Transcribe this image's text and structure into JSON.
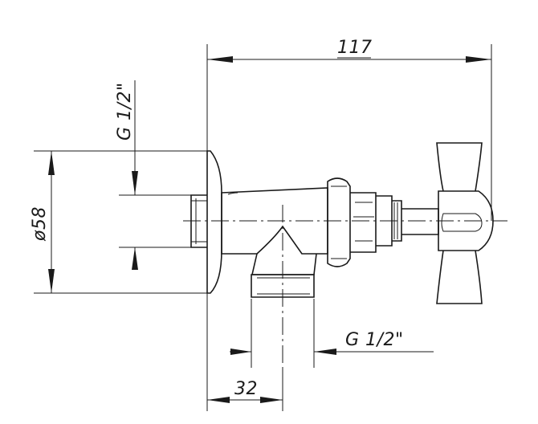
{
  "dimensions": {
    "overall_length": "117",
    "wall_flange_diameter": "ø58",
    "inlet_thread": "G 1/2\"",
    "outlet_thread": "G 1/2\"",
    "outlet_offset": "32"
  }
}
